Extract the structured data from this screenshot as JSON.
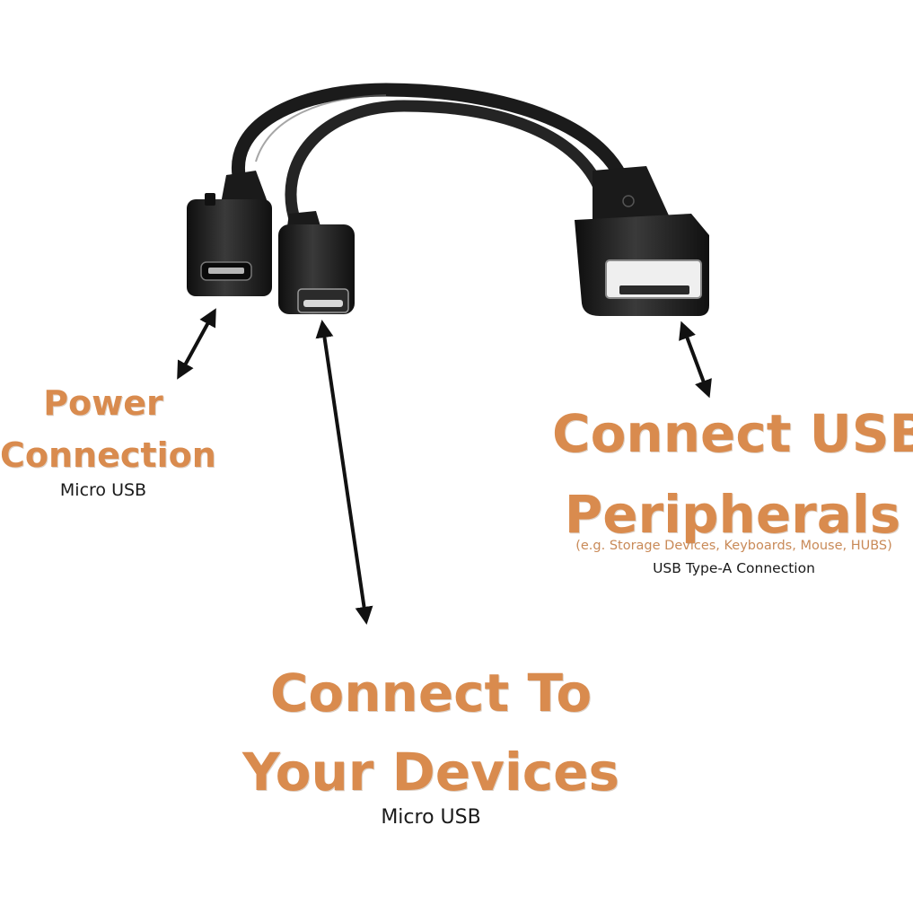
{
  "labels": {
    "power": {
      "title_line1": "Power",
      "title_line2": "Connection",
      "subtitle": "Micro USB"
    },
    "usb_peripherals": {
      "title_line1": "Connect USB",
      "title_line2": "Peripherals",
      "hint": "(e.g. Storage Devices, Keyboards, Mouse, HUBS)",
      "subtitle": "USB Type-A Connection"
    },
    "devices": {
      "title_line1": "Connect To",
      "title_line2": "Your Devices",
      "subtitle": "Micro USB"
    }
  },
  "colors": {
    "accent_orange": "#d98b4e",
    "cable_black": "#1b1b1b",
    "text_black": "#1a1a1a"
  }
}
